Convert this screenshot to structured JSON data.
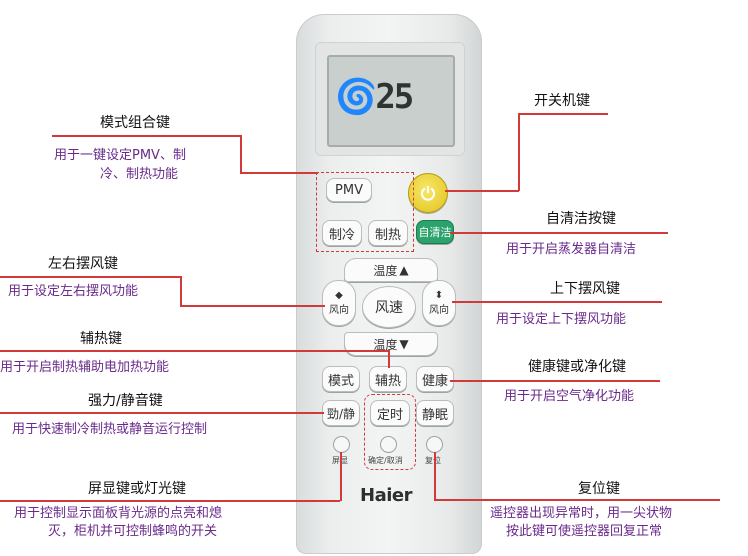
{
  "remote": {
    "lcd_text": "🌀25",
    "brand": "Haier",
    "buttons": {
      "pmv": "PMV",
      "cool": "制冷",
      "heat": "制热",
      "self_clean": "自清洁",
      "temp_up": "温度",
      "temp_down": "温度",
      "fan_speed": "风速",
      "lr_swing": "风向",
      "ud_swing": "风向",
      "mode": "模式",
      "aux_heat": "辅热",
      "health": "健康",
      "turbo_quiet": "勁/静",
      "timer": "定时",
      "sleep": "静眠",
      "screen": "屏显",
      "confirm_cancel": "确定/取消",
      "reset": "复位"
    }
  },
  "annotations": {
    "mode_combo": {
      "title": "模式组合键",
      "desc1": "用于一键设定PMV、制",
      "desc2": "冷、制热功能"
    },
    "power": {
      "title": "开关机键"
    },
    "self_clean": {
      "title": "自清洁按键",
      "desc": "用于开启蒸发器自清洁"
    },
    "lr_swing": {
      "title": "左右摆风键",
      "desc": "用于设定左右摆风功能"
    },
    "ud_swing": {
      "title": "上下摆风键",
      "desc": "用于设定上下摆风功能"
    },
    "aux_heat": {
      "title": "辅热键",
      "desc": "用于开启制热辅助电加热功能"
    },
    "health": {
      "title": "健康键或净化键",
      "desc": "用于开启空气净化功能"
    },
    "turbo": {
      "title": "强力/静音键",
      "desc": "用于快速制冷制热或静音运行控制"
    },
    "screen": {
      "title": "屏显键或灯光键",
      "desc1": "用于控制显示面板背光源的点亮和熄",
      "desc2": "灭，柜机并可控制蜂鸣的开关"
    },
    "reset": {
      "title": "复位键",
      "desc1": "遥控器出现异常时，用一尖状物",
      "desc2": "按此键可使遥控器回复正常"
    }
  },
  "colors": {
    "accent_line": "#d23a3a",
    "desc_text": "#6a2a8b",
    "power_button": "#e3c21d",
    "self_clean_button": "#2aa36c"
  }
}
